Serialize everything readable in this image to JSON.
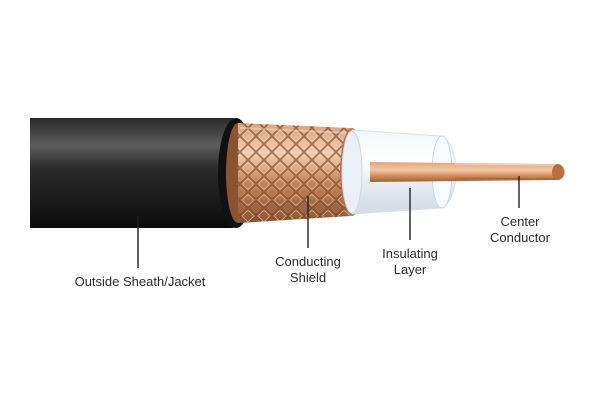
{
  "labels": {
    "sheath": "Outside Sheath/Jacket",
    "shield_line1": "Conducting",
    "shield_line2": "Shield",
    "insulating_line1": "Insulating",
    "insulating_line2": "Layer",
    "center_line1": "Center",
    "center_line2": "Conductor"
  },
  "colors": {
    "jacket": "#1a1a1a",
    "jacket_highlight": "#5a5a5a",
    "braid": "#c98a5e",
    "braid_dark": "#7a4a2c",
    "braid_light": "#f2c9a6",
    "insulator": "#eef3f7",
    "copper": "#d89a6a",
    "copper_dark": "#a8683e",
    "leader_line": "#222222",
    "label_text": "#2b2b2b"
  }
}
